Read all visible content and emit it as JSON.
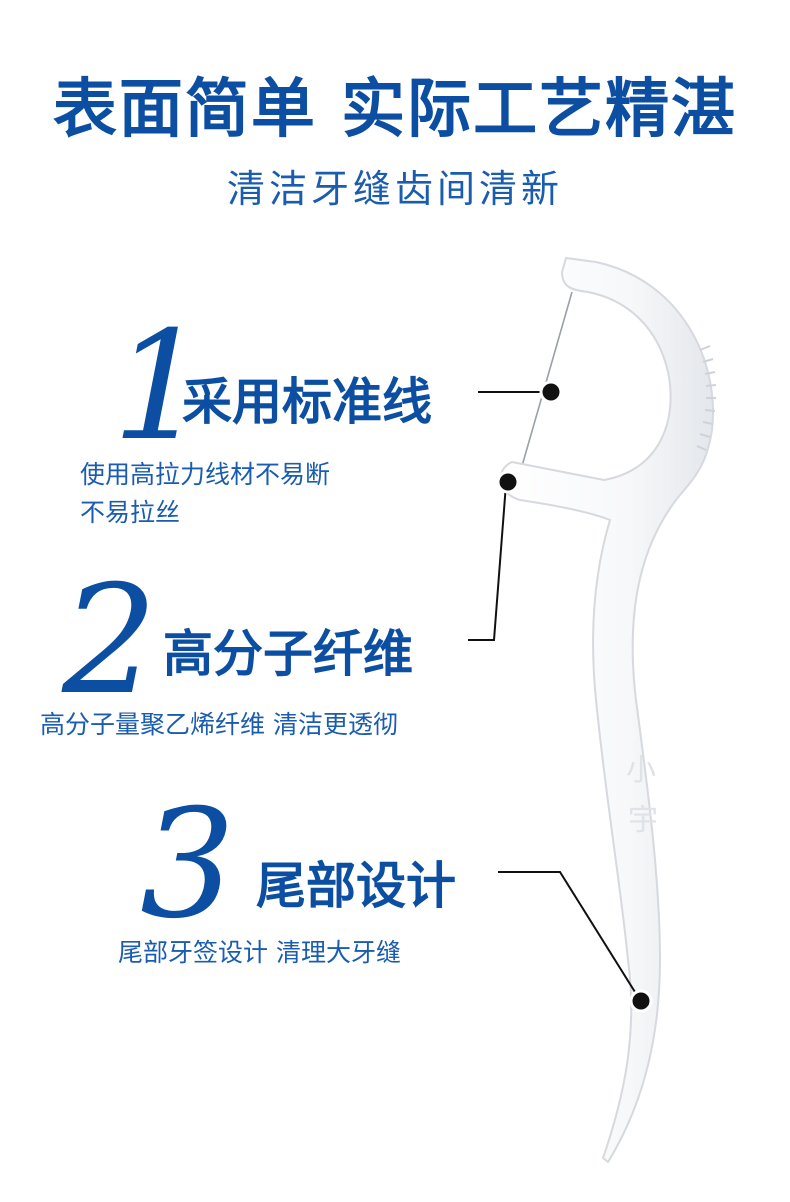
{
  "header": {
    "title": "表面简单 实际工艺精湛",
    "subtitle": "清洁牙缝齿间清新"
  },
  "features": [
    {
      "number": "1",
      "title": "采用标准线",
      "desc_line1": "使用高拉力线材不易断",
      "desc_line2": "不易拉丝"
    },
    {
      "number": "2",
      "title": "高分子纤维",
      "desc_line1": "高分子量聚乙烯纤维 清洁更透彻"
    },
    {
      "number": "3",
      "title": "尾部设计",
      "desc_line1": "尾部牙签设计 清理大牙缝"
    }
  ],
  "product": {
    "emboss_text": "小宇"
  },
  "colors": {
    "brand_blue": "#0b4ea2",
    "text_blue": "#1a5cb0",
    "pick_white": "#ffffff",
    "pick_edge": "#d6d9de",
    "marker": "#111111"
  }
}
